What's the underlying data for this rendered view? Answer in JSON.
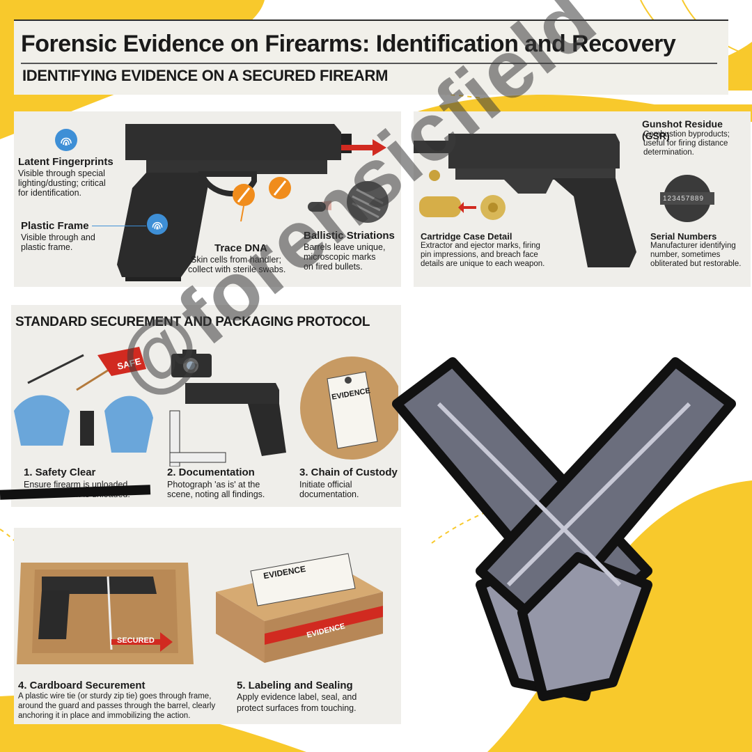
{
  "header": {
    "title": "Forensic Evidence on Firearms: Identification and Recovery",
    "subtitle": "IDENTIFYING EVIDENCE ON A SECURED FIREARM"
  },
  "panel_left": {
    "latent": {
      "title": "Latent Fingerprints",
      "body": [
        "Visible through special",
        "lighting/dusting; critical",
        "for identification."
      ]
    },
    "plastic": {
      "title": "Plastic Frame",
      "body": [
        "Visible through and",
        "plastic frame."
      ]
    },
    "trace": {
      "title": "Trace DNA",
      "body": [
        "Skin cells from handler;",
        "collect with sterile swabs."
      ]
    },
    "ballistic": {
      "title": "Ballistic Striations",
      "body": [
        "Barrels leave unique,",
        "microscopic marks",
        "on fired bullets."
      ]
    }
  },
  "panel_right": {
    "gsr": {
      "title": "Gunshot Residue (GSR)",
      "body": [
        "Combustion byproducts;",
        "useful for firing distance",
        "determination."
      ]
    },
    "serial_number": "123457889",
    "cartridge": {
      "title": "Cartridge Case Detail",
      "body": [
        "Extractor and ejector marks, firing",
        "pin impressions, and breach face",
        "details are unique to each weapon."
      ]
    },
    "serial": {
      "title": "Serial Numbers",
      "body": [
        "Manufacturer identifying",
        "number, sometimes",
        "obliterated but restorable."
      ]
    }
  },
  "protocol": {
    "title": "STANDARD SECUREMENT AND PACKAGING PROTOCOL",
    "safe_flag": "SAFE",
    "evidence_tag": "EVIDENCE",
    "steps": [
      {
        "title": "1. Safety Clear",
        "body": [
          "Ensure firearm is unloaded.",
          "Ensure firearm is unloaded."
        ]
      },
      {
        "title": "2. Documentation",
        "body": [
          "Photograph 'as is' at the",
          "scene, noting all findings."
        ]
      },
      {
        "title": "3. Chain of Custody",
        "body": [
          "Initiate official",
          "documentation."
        ]
      }
    ]
  },
  "packaging": {
    "secured_label": "SECURED",
    "evidence_label": "EVIDENCE",
    "tape_text": "EVIDENCE",
    "step4": {
      "title": "4. Cardboard Securement",
      "body": [
        "A plastic wire tie (or sturdy zip tie) goes through frame,",
        "around the guard and passes through the barrel, clearly",
        "anchoring it in place and immobilizing the action."
      ]
    },
    "step5": {
      "title": "5. Labeling and Sealing",
      "body": [
        "Apply evidence label, seal, and",
        "protect surfaces from touching."
      ]
    }
  },
  "watermark": "@forensicfield",
  "colors": {
    "yellow": "#f8c92c",
    "gun_dark": "#2a2a2a",
    "arrow_red": "#d12a20",
    "glove_blue": "#6aa6da",
    "cardboard": "#c79a63"
  },
  "icons": [
    "fingerprint-icon",
    "swab-icon",
    "bullet-icon",
    "camera-icon",
    "evidence-tag-icon",
    "crossed-pistols-icon"
  ]
}
